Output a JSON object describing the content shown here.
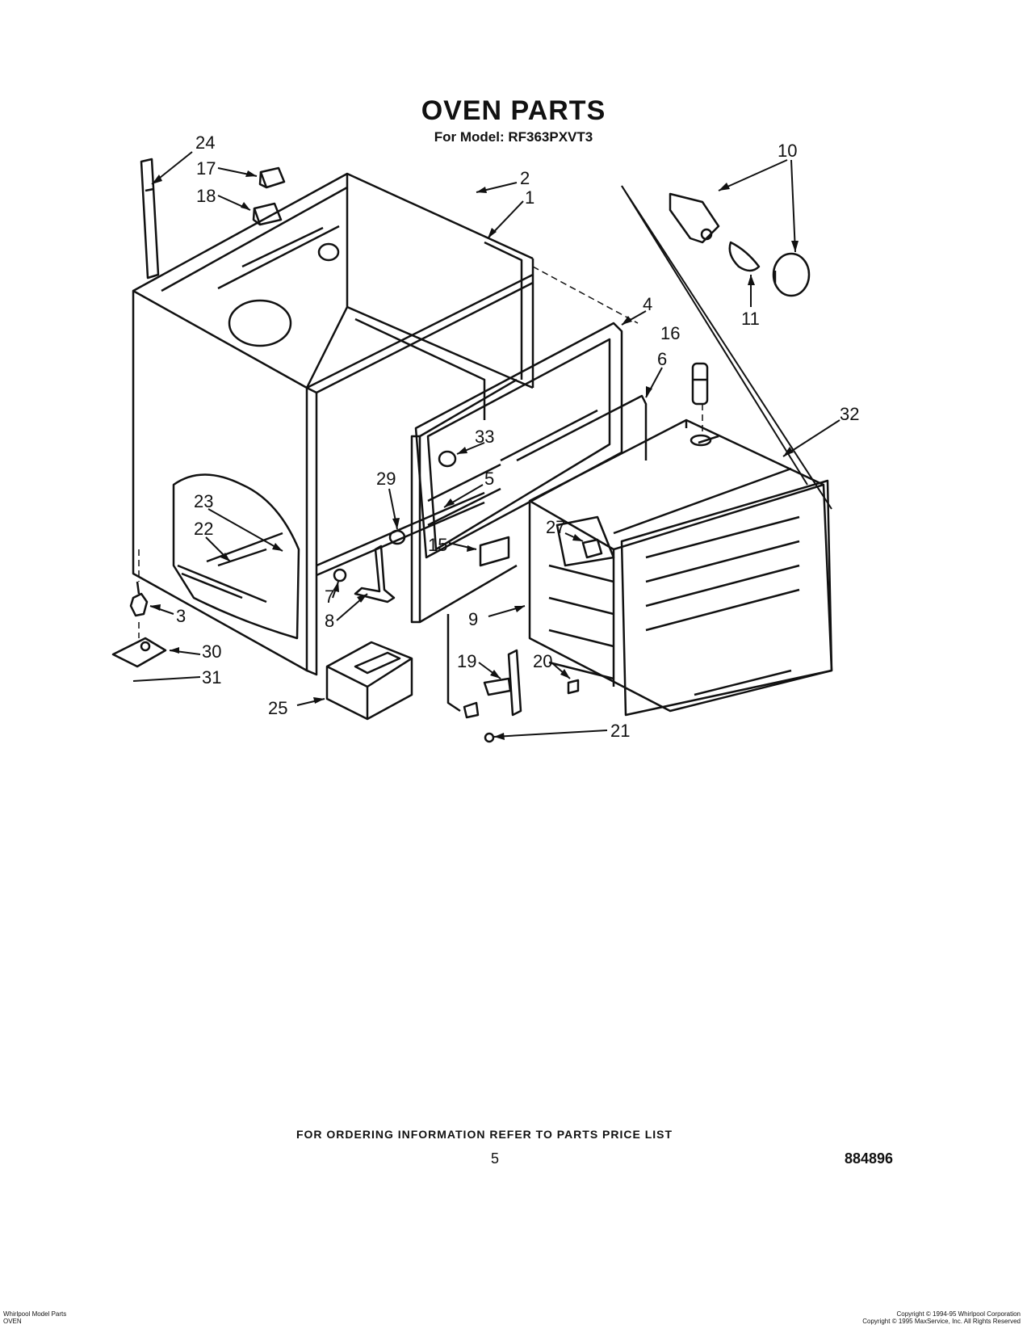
{
  "header": {
    "title": "OVEN PARTS",
    "model_line": "For Model: RF363PXVT3"
  },
  "callouts": [
    "24",
    "17",
    "18",
    "2",
    "1",
    "10",
    "11",
    "4",
    "16",
    "6",
    "32",
    "33",
    "29",
    "5",
    "23",
    "22",
    "15",
    "27",
    "3",
    "30",
    "31",
    "7",
    "8",
    "9",
    "19",
    "20",
    "21",
    "25"
  ],
  "footer": {
    "ordering_note": "FOR ORDERING INFORMATION REFER TO PARTS PRICE LIST",
    "page_number": "5",
    "document_number": "884896",
    "left_small_line1": "Whirlpool Model Parts",
    "left_small_line2": "OVEN",
    "right_small_line1": "Copyright © 1994-95 Whirlpool Corporation",
    "right_small_line2": "Copyright © 1995 MaxService, Inc. All Rights Reserved"
  }
}
